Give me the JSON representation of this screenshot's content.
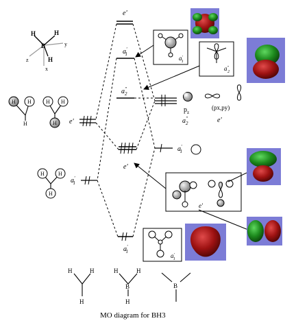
{
  "caption": "MO diagram for BH3",
  "axes": {
    "x": "x",
    "y": "y",
    "z": "z"
  },
  "atoms": {
    "H": "H",
    "B": "B"
  },
  "mo_levels": [
    {
      "id": "e_prime_star",
      "label": "e'",
      "electrons": 0
    },
    {
      "id": "a1_prime_star",
      "label_base": "a",
      "label_sup": "'",
      "label_sub": "1",
      "electrons": 0
    },
    {
      "id": "a2_dprime",
      "label_base": "a",
      "label_sup": "\"",
      "label_sub": "2",
      "electrons": 0
    },
    {
      "id": "e_prime_bonding",
      "label": "e'",
      "electrons": 4
    },
    {
      "id": "a1_prime_bonding",
      "label_base": "a",
      "label_sup": "'",
      "label_sub": "1",
      "electrons": 2
    }
  ],
  "left_fragment": {
    "e_label": "e'",
    "a1_base": "a",
    "a1_sup": "'",
    "a1_sub": "1"
  },
  "boron_ao": {
    "p": {
      "pz_base": "p",
      "pz_sub": "z",
      "pxy": "(px,py)",
      "pz_sym_base": "a",
      "pz_sym_sup": "\"",
      "pz_sym_sub": "2",
      "pxy_sym": "e'"
    },
    "s": {
      "label_base": "a",
      "label_sup": "'",
      "label_sub": "1"
    }
  },
  "insets": {
    "a1_star": {
      "base": "a",
      "sup": "'",
      "sub": "1"
    },
    "a2_dprime": {
      "base": "a",
      "sup": "\"",
      "sub": "2"
    },
    "e_prime": {
      "label": "e'"
    },
    "a1_bond": {
      "base": "a",
      "sup": "'",
      "sub": "1"
    }
  },
  "colors": {
    "panel_bg": "#7c7cd6",
    "lobe_green": "#1d8a1d",
    "lobe_red": "#9e1212",
    "line": "#000000",
    "h_circle": "#909090"
  }
}
